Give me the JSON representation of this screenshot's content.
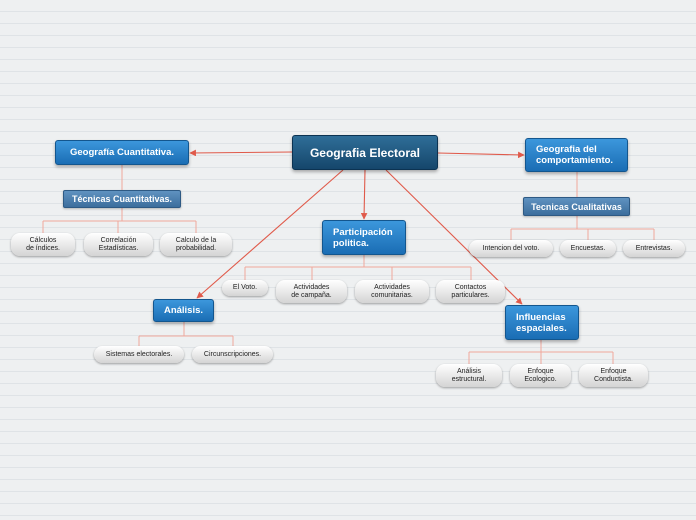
{
  "colors": {
    "connector": "#e05a4a",
    "root": "#1c4f76",
    "main": "#2a82cc",
    "sub": "#4b7eac",
    "leaf": "#e6e6e6"
  },
  "root": {
    "label": "Geografia Electoral"
  },
  "branches": {
    "cuantitativa": {
      "label": "Geografía Cuantitativa.",
      "sub": "Técnicas Cuantitativas.",
      "leaves": [
        "Cálculos\nde índices.",
        "Correlación\nEstadísticas.",
        "Calculo de la\nprobabilidad."
      ]
    },
    "comportamiento": {
      "label": "Geografia del\ncomportamiento.",
      "sub": "Tecnicas Cualitativas",
      "leaves": [
        "Intencion del voto.",
        "Encuestas.",
        "Entrevistas."
      ]
    },
    "participacion": {
      "label": "Participación\npolitica.",
      "leaves": [
        "El Voto.",
        "Actividades\nde campaña.",
        "Actividades\ncomunitarias.",
        "Contactos\nparticulares."
      ]
    },
    "analisis": {
      "label": "Análisis.",
      "leaves": [
        "Sistemas electorales.",
        "Circunscripciones."
      ]
    },
    "influencias": {
      "label": "Influencias\nespaciales.",
      "leaves": [
        "Análisis\nestructural.",
        "Enfoque\nEcologico.",
        "Enfoque\nConductista."
      ]
    }
  }
}
